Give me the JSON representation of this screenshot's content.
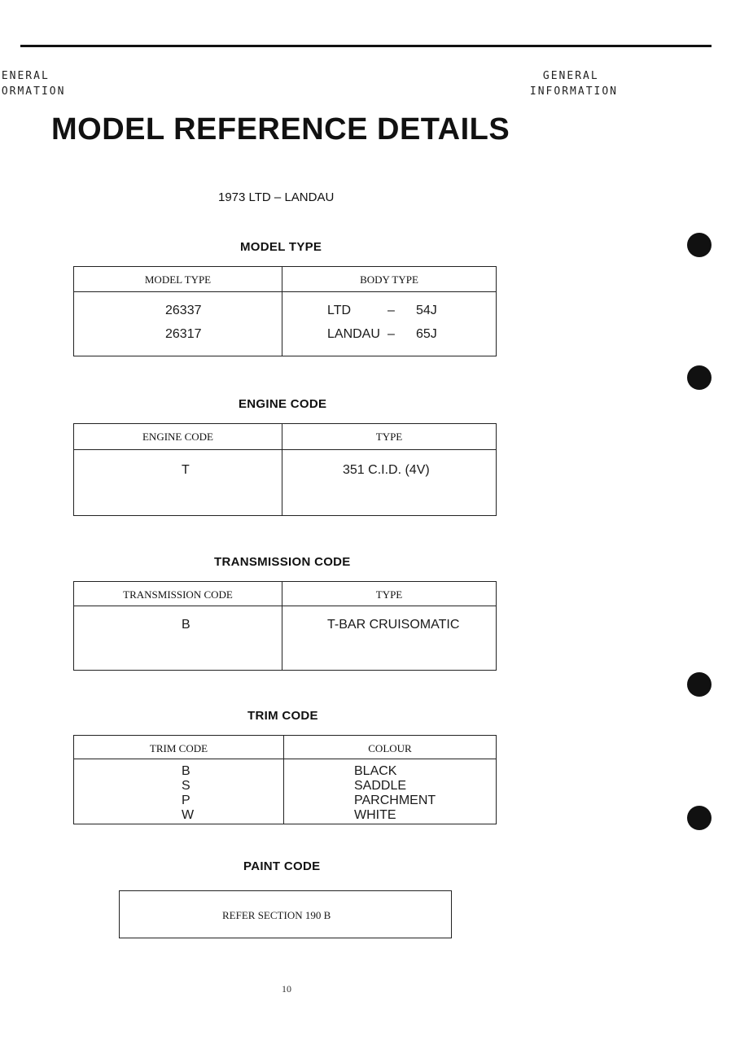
{
  "header": {
    "left_line1": "GENERAL",
    "left_line2": "FORMATION",
    "right_line1": "GENERAL",
    "right_line2": "INFORMATION"
  },
  "title": "MODEL REFERENCE DETAILS",
  "subtitle": "1973 LTD – LANDAU",
  "model_type": {
    "heading": "MODEL TYPE",
    "col1": "MODEL TYPE",
    "col2": "BODY TYPE",
    "rows": [
      {
        "code": "26337",
        "body": "LTD",
        "dash": "–",
        "suffix": "54J"
      },
      {
        "code": "26317",
        "body": "LANDAU",
        "dash": "–",
        "suffix": "65J"
      }
    ]
  },
  "engine": {
    "heading": "ENGINE CODE",
    "col1": "ENGINE CODE",
    "col2": "TYPE",
    "rows": [
      {
        "code": "T",
        "type": "351 C.I.D.  (4V)"
      }
    ]
  },
  "transmission": {
    "heading": "TRANSMISSION CODE",
    "col1": "TRANSMISSION CODE",
    "col2": "TYPE",
    "rows": [
      {
        "code": "B",
        "type": "T-BAR CRUISOMATIC"
      }
    ]
  },
  "trim": {
    "heading": "TRIM CODE",
    "col1": "TRIM CODE",
    "col2": "COLOUR",
    "rows": [
      {
        "code": "B",
        "colour": "BLACK"
      },
      {
        "code": "S",
        "colour": "SADDLE"
      },
      {
        "code": "P",
        "colour": "PARCHMENT"
      },
      {
        "code": "W",
        "colour": "WHITE"
      }
    ]
  },
  "paint": {
    "heading": "PAINT CODE",
    "note": "REFER SECTION 190 B"
  },
  "page_number": "10"
}
